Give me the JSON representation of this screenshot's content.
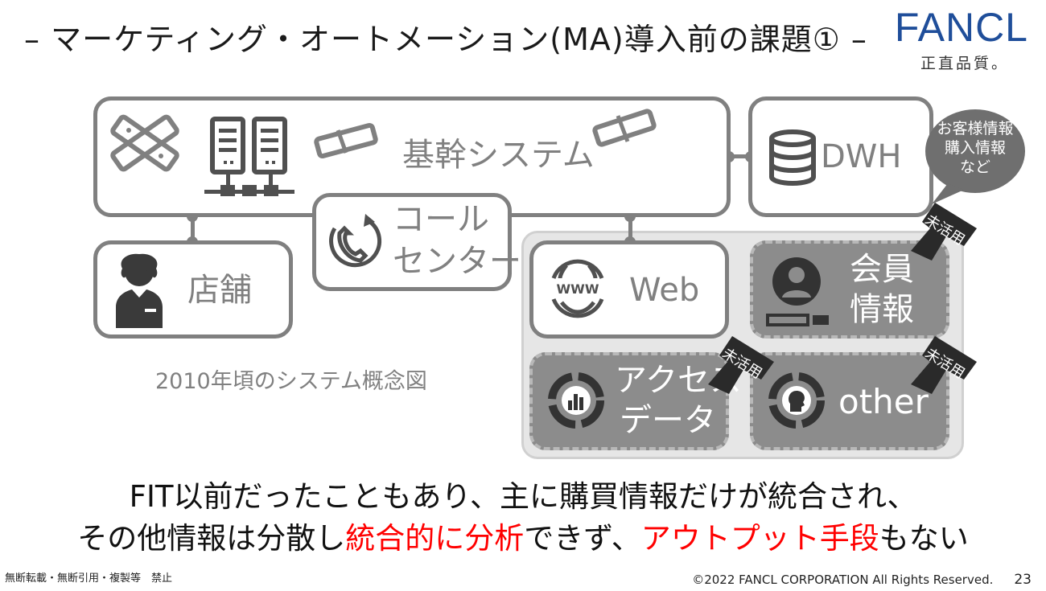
{
  "header": {
    "title": "– マーケティング・オートメーション(MA)導入前の課題① –",
    "logo_main": "FANCL",
    "logo_sub": "正直品質。"
  },
  "diagram": {
    "kikan": "基幹システム",
    "dwh": "DWH",
    "bubble_lines": [
      "お客様情報",
      "購入情報",
      "など"
    ],
    "store": "店舗",
    "call_line1": "コール",
    "call_line2": "センター",
    "web": "Web",
    "member_line1": "会員",
    "member_line2": "情報",
    "access_line1": "アクセス",
    "access_line2": "データ",
    "other": "other",
    "unused_tag": "未活用",
    "caption": "2010年頃のシステム概念図"
  },
  "message": {
    "line1": "FIT以前だったこともあり、主に購買情報だけが統合され、",
    "line2_a": "その他情報は分散し",
    "line2_b": "統合的に分析",
    "line2_c": "できず、",
    "line2_d": "アウトプット手段",
    "line2_e": "もない"
  },
  "footer": {
    "notice": "無断転載・無断引用・複製等　禁止",
    "copyright": "©2022  FANCL CORPORATION  All Rights Reserved.",
    "page": "23"
  },
  "colors": {
    "accent_red": "#ff0000",
    "logo_blue": "#1f4e9a",
    "diagram_gray": "#808080"
  }
}
